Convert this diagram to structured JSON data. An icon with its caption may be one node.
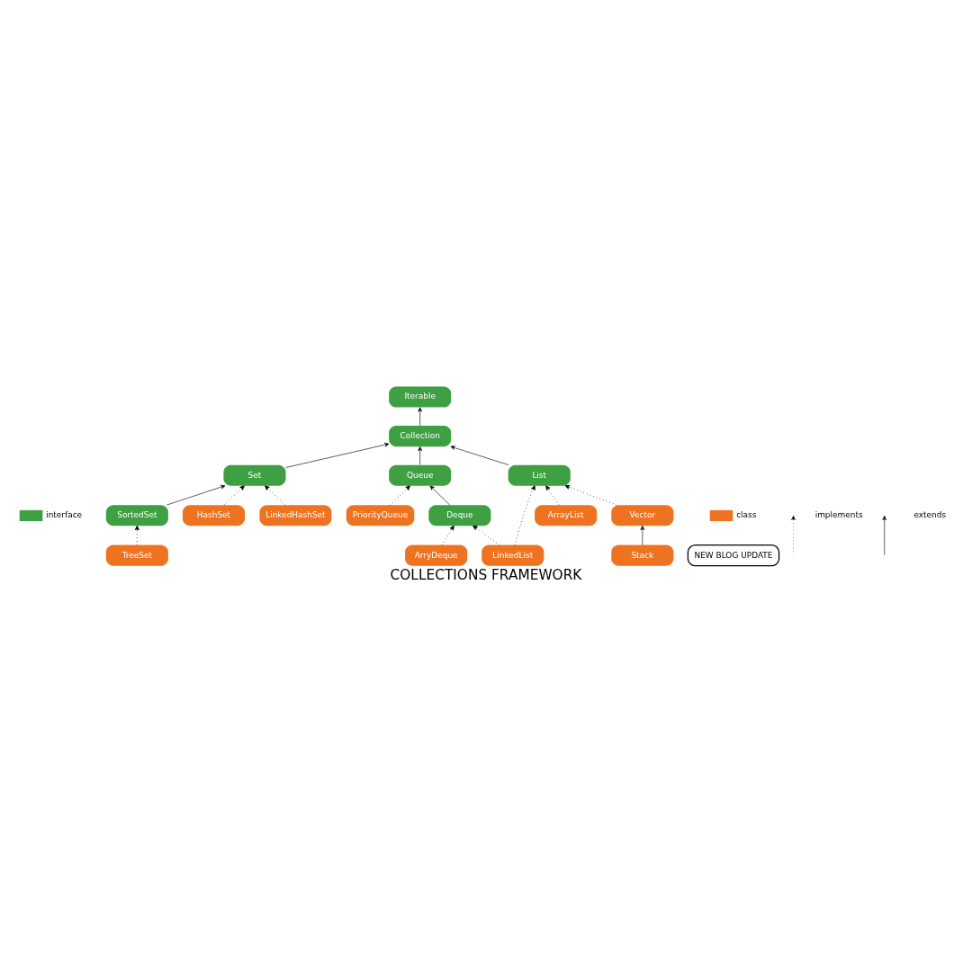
{
  "diagram": {
    "title": "COLLECTIONS FRAMEWORK",
    "nodes": [
      {
        "text": [
          "Iterable"
        ]
      },
      {
        "text": [
          "Collection"
        ]
      },
      {
        "text": [
          "List"
        ]
      },
      {
        "text": [
          "Queue"
        ]
      },
      {
        "text": [
          "Set"
        ]
      },
      {
        "text": [
          "PriorityQueue"
        ]
      },
      {
        "text": [
          "HashSet"
        ]
      },
      {
        "text": [
          "ArrayList"
        ]
      },
      {
        "text": [
          "Deque"
        ]
      },
      {
        "text": [
          "LinkedHashSet"
        ]
      },
      {
        "text": [
          "LinkedList"
        ]
      },
      {
        "text": [
          "Vector"
        ]
      },
      {
        "text": [
          "ArryDeque"
        ]
      },
      {
        "text": [
          "SortedSet"
        ]
      },
      {
        "text": [
          "Stack"
        ]
      },
      {
        "text": [
          "TreeSet"
        ]
      },
      {
        "text": [
          "NEW BLOG UPDATE"
        ]
      }
    ],
    "edges": [
      {
        "from": 1,
        "to": 0,
        "arrow": "to"
      },
      {
        "from": 2,
        "to": 1,
        "arrow": "to"
      },
      {
        "from": 3,
        "to": 1,
        "arrow": "to"
      },
      {
        "from": 4,
        "to": 1,
        "arrow": "to"
      },
      {
        "from": 5,
        "to": 3,
        "arrow": "to",
        "style": "dashed"
      },
      {
        "from": 8,
        "to": 3,
        "arrow": "to"
      },
      {
        "from": 6,
        "to": 4,
        "arrow": "to",
        "style": "dashed"
      },
      {
        "from": 9,
        "to": 4,
        "arrow": "to",
        "style": "dashed"
      },
      {
        "from": 13,
        "to": 4,
        "arrow": "to"
      },
      {
        "from": 7,
        "to": 2,
        "arrow": "to",
        "style": "dashed"
      },
      {
        "from": 10,
        "to": 2,
        "arrow": "to",
        "style": "dashed"
      },
      {
        "from": 11,
        "to": 2,
        "arrow": "to",
        "style": "dashed"
      },
      {
        "from": 10,
        "to": 8,
        "arrow": "to",
        "style": "dashed"
      },
      {
        "from": 12,
        "to": 8,
        "arrow": "to",
        "style": "dashed"
      },
      {
        "from": 14,
        "to": 11,
        "arrow": "to"
      },
      {
        "from": 15,
        "to": 13,
        "arrow": "to",
        "style": "dashed"
      }
    ],
    "legend": [
      {
        "text": "interface",
        "color": "#3ea043"
      },
      {
        "text": "class",
        "color": "#ee7320"
      },
      {
        "text": "implements"
      },
      {
        "text": "extends"
      }
    ]
  }
}
